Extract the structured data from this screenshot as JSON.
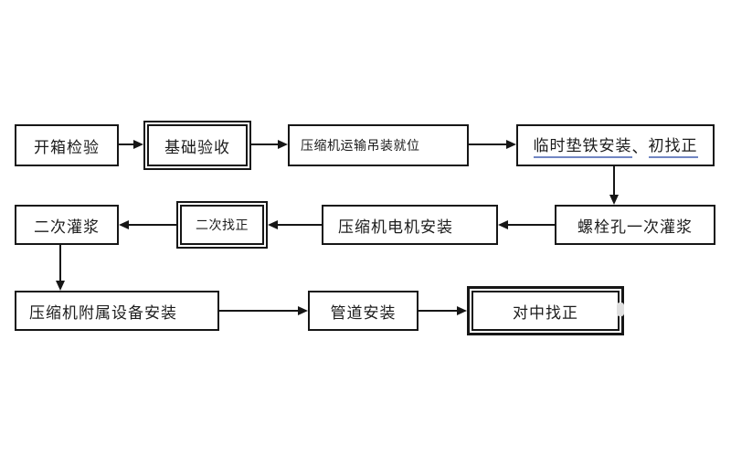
{
  "diagram_type": "flowchart",
  "colors": {
    "line": "#161616",
    "text": "#1c1c1c",
    "underline": "#7186c3",
    "background": "#ffffff"
  },
  "nodes": [
    {
      "label": "开箱检验",
      "border": "single"
    },
    {
      "label": "基础验收",
      "border": "double"
    },
    {
      "label": "压缩机运输吊装就位",
      "border": "single"
    },
    {
      "label": "临时垫铁安装、初找正",
      "border": "single",
      "parts": [
        {
          "text": "临时垫铁安装",
          "underline": true
        },
        {
          "text": "、",
          "underline": false
        },
        {
          "text": "初找正",
          "underline": true
        }
      ]
    },
    {
      "label": "螺栓孔一次灌浆",
      "border": "single"
    },
    {
      "label": "压缩机电机安装",
      "border": "single"
    },
    {
      "label": "二次找正",
      "border": "double"
    },
    {
      "label": "二次灌浆",
      "border": "single"
    },
    {
      "label": "压缩机附属设备安装",
      "border": "single"
    },
    {
      "label": "管道安装",
      "border": "single"
    },
    {
      "label": "对中找正",
      "border": "double"
    }
  ],
  "edges": [
    {
      "from": "开箱检验",
      "to": "基础验收",
      "direction": "right"
    },
    {
      "from": "基础验收",
      "to": "压缩机运输吊装就位",
      "direction": "right"
    },
    {
      "from": "压缩机运输吊装就位",
      "to": "临时垫铁安装、初找正",
      "direction": "right"
    },
    {
      "from": "临时垫铁安装、初找正",
      "to": "螺栓孔一次灌浆",
      "direction": "down"
    },
    {
      "from": "螺栓孔一次灌浆",
      "to": "压缩机电机安装",
      "direction": "left"
    },
    {
      "from": "压缩机电机安装",
      "to": "二次找正",
      "direction": "left"
    },
    {
      "from": "二次找正",
      "to": "二次灌浆",
      "direction": "left"
    },
    {
      "from": "二次灌浆",
      "to": "压缩机附属设备安装",
      "direction": "down"
    },
    {
      "from": "压缩机附属设备安装",
      "to": "管道安装",
      "direction": "right"
    },
    {
      "from": "管道安装",
      "to": "对中找正",
      "direction": "right"
    }
  ]
}
